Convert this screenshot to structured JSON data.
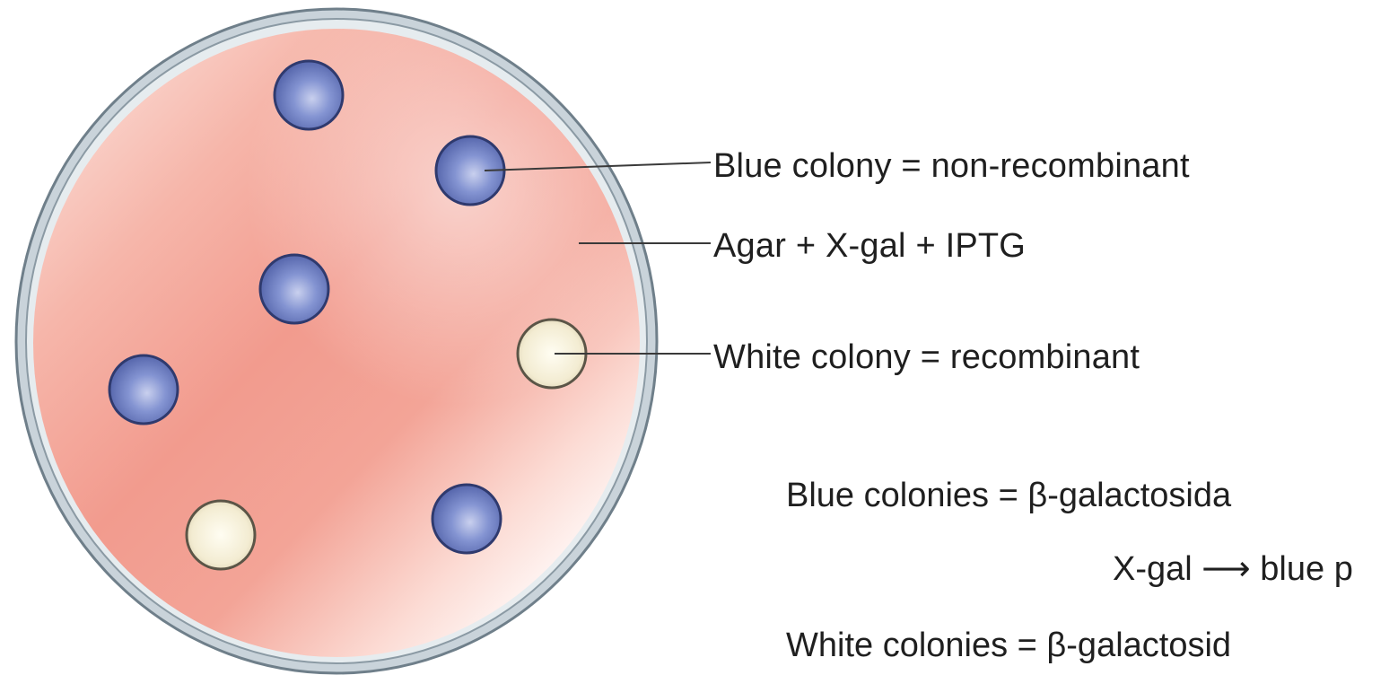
{
  "labels": {
    "blue_colony": "Blue colony = non-recombinant",
    "agar": "Agar + X-gal + IPTG",
    "white_colony": "White colony = recombinant"
  },
  "notes": {
    "line1": "Blue colonies = β-galactosida",
    "line2": "X-gal ⟶ blue p",
    "line3": "White colonies = β-galactosid"
  },
  "colors": {
    "agar_red": "#f2a397",
    "agar_light": "#fde6e1",
    "plate_rim": "#9aa8b2",
    "blue_colony": "#6b7fc4",
    "white_colony": "#f5f0dc",
    "leader_line": "#3a3a3a"
  }
}
